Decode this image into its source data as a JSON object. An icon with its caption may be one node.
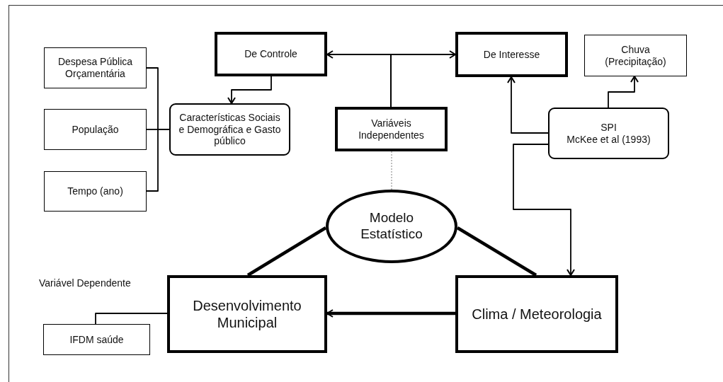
{
  "diagram": {
    "nodes": [
      {
        "text": [
          "Despesa Pública Orçamentária"
        ]
      },
      {
        "text": [
          "População"
        ]
      },
      {
        "text": [
          "Tempo (ano)"
        ]
      },
      {
        "text": [
          "De Controle"
        ]
      },
      {
        "text": [
          "Características Sociais e Demográfica e Gasto público"
        ]
      },
      {
        "text": [
          "Variáveis Independentes"
        ]
      },
      {
        "text": [
          "De Interesse"
        ]
      },
      {
        "text": [
          "Chuva (Precipitação)"
        ]
      },
      {
        "text": [
          "SPI",
          "McKee et al (1993)"
        ]
      },
      {
        "text": [
          "Modelo Estatístico"
        ]
      },
      {
        "text": [
          "Desenvolvimento Municipal"
        ]
      },
      {
        "text": [
          "Clima / Meteorologia"
        ]
      },
      {
        "text": [
          "IFDM saúde"
        ]
      }
    ],
    "edges": [
      {
        "from": 0,
        "to": 4,
        "arrow": "none"
      },
      {
        "from": 1,
        "to": 4,
        "arrow": "none"
      },
      {
        "from": 2,
        "to": 4,
        "arrow": "none"
      },
      {
        "from": 3,
        "to": 4,
        "arrow": "to"
      },
      {
        "from": 5,
        "to": 3,
        "arrow": "to"
      },
      {
        "from": 5,
        "to": 6,
        "arrow": "to"
      },
      {
        "from": 5,
        "to": 9,
        "arrow": "none",
        "style": "dashed",
        "color": "#aaaaaa"
      },
      {
        "from": 8,
        "to": 6,
        "arrow": "to"
      },
      {
        "from": 8,
        "to": 7,
        "arrow": "to"
      },
      {
        "from": 8,
        "to": 11,
        "arrow": "to"
      },
      {
        "from": 9,
        "to": 10,
        "arrow": "none",
        "style": "thick"
      },
      {
        "from": 9,
        "to": 11,
        "arrow": "none",
        "style": "thick"
      },
      {
        "from": 11,
        "to": 10,
        "arrow": "to",
        "style": "thick"
      },
      {
        "from": 10,
        "to": 12,
        "arrow": "none"
      }
    ],
    "labels": [
      "Variável Dependente"
    ]
  }
}
